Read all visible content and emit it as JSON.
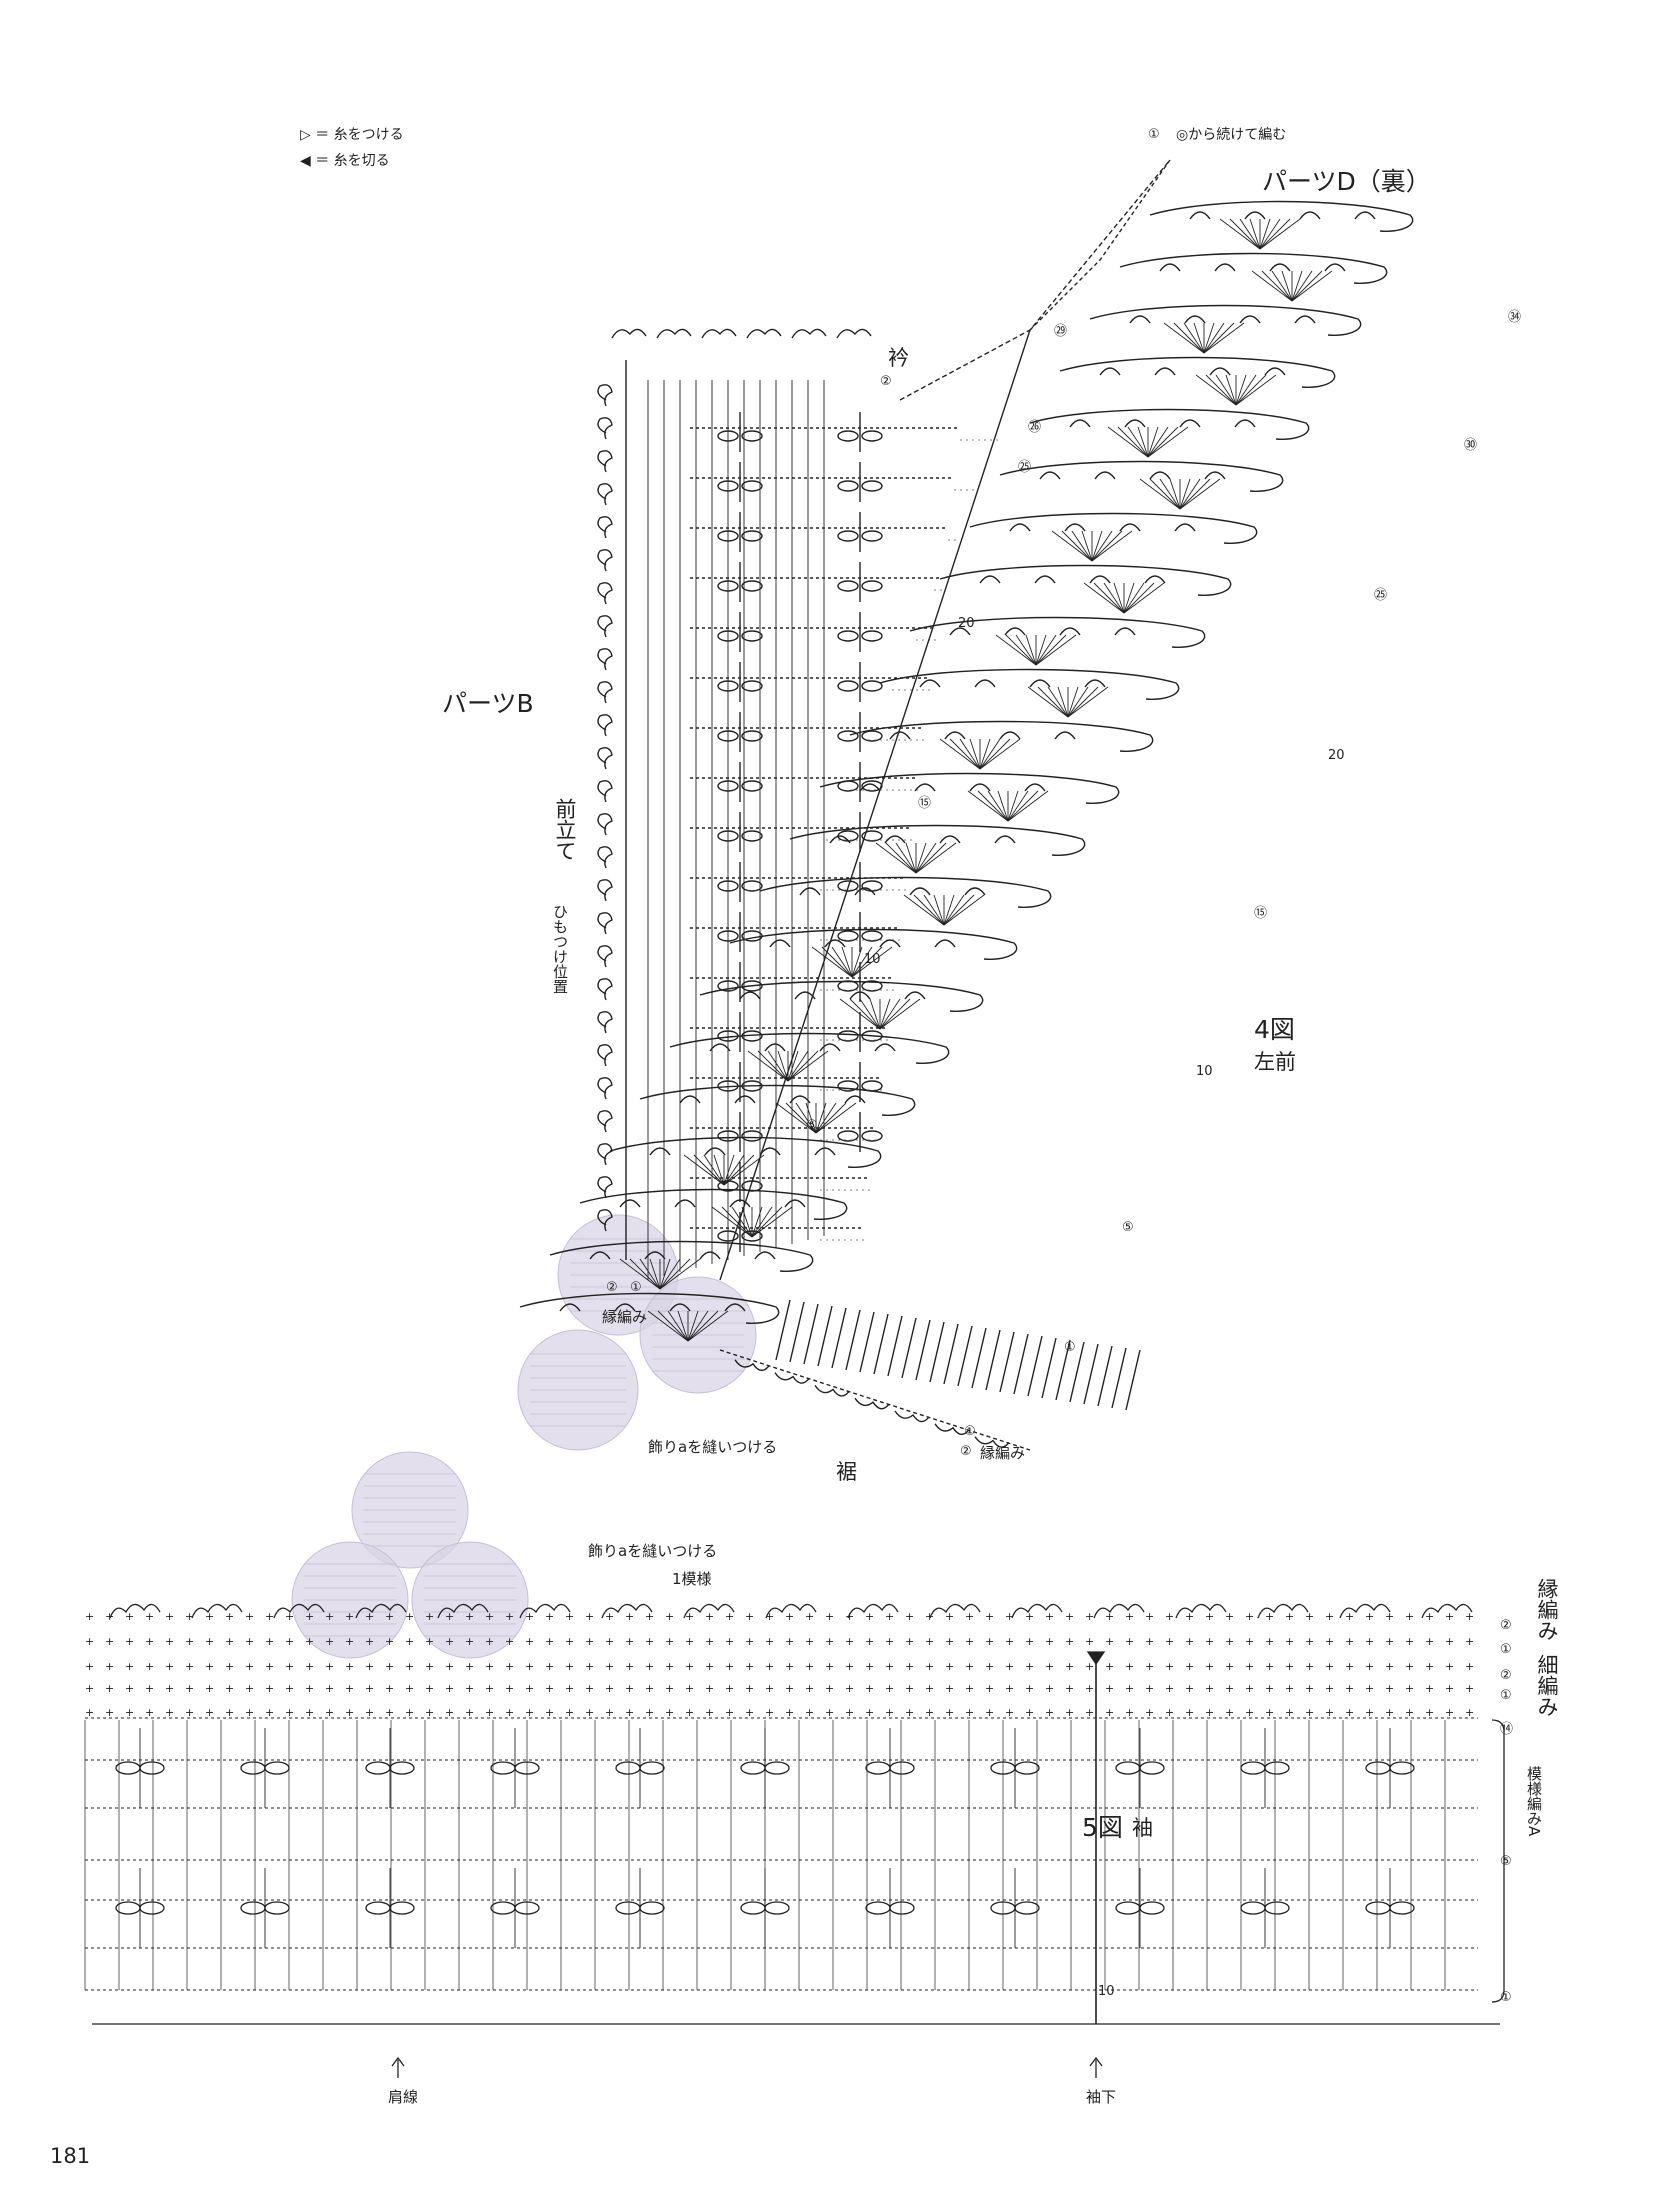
{
  "legend": {
    "attach_symbol": "▷",
    "attach_text": "＝ 糸をつける",
    "cut_symbol": "◀",
    "cut_text": "＝ 糸を切る"
  },
  "figure4": {
    "continue_num": "①",
    "continue_note": "◎から続けて編む",
    "part_d_label": "パーツD（裏）",
    "collar_label": "衿",
    "part_b_label": "パーツB",
    "front_band_label": "前立て",
    "tie_position_label": "ひもつけ位置",
    "figure_label": "4図",
    "figure_sub": "左前",
    "edging_label": "縁編み",
    "sew_label": "飾りaを縫いつける",
    "hem_label": "裾",
    "edging_bottom_label": "縁編み",
    "row_numbers": {
      "partB": [
        "②",
        "㉙",
        "㉖",
        "㉕",
        "20",
        "⑮",
        "10",
        "⑤",
        "①"
      ],
      "partD": [
        "㉞",
        "㉚",
        "㉕",
        "20",
        "⑮",
        "10",
        "⑤",
        "①"
      ],
      "edge_marks": [
        "②",
        "①",
        "①",
        "②"
      ]
    }
  },
  "figure5": {
    "sew_label": "飾りaを縫いつける",
    "repeat_label": "1模様",
    "figure_label": "5図",
    "figure_sub": "袖",
    "edging_label": "縁編み",
    "sc_label": "細編み",
    "pattern_label": "模様編みA",
    "row_numbers": [
      "②",
      "①",
      "②",
      "①",
      "⑭",
      "⑤",
      "①"
    ],
    "shoulder_label": "肩線",
    "underarm_label": "袖下",
    "marker_num": "10"
  },
  "page_number": "181",
  "colors": {
    "ink": "#222222",
    "dotted": "#555555",
    "overlay_circle": "#d9d4e6",
    "overlay_stroke": "#c4bfd4",
    "ghost_lines": "#b8b0c8"
  }
}
